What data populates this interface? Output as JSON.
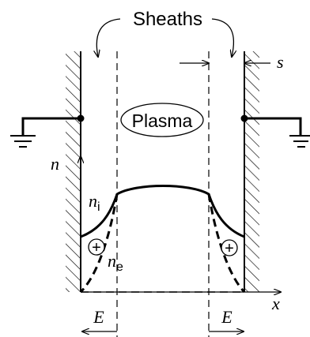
{
  "diagram": {
    "title_label": "Sheaths",
    "plasma_label": "Plasma",
    "sheath_width_label": "s",
    "density_axis_label": "n",
    "position_axis_label": "x",
    "ion_density_label": "n",
    "ion_density_subscript": "i",
    "electron_density_label": "n",
    "electron_density_subscript": "e",
    "field_label_left": "E",
    "field_label_right": "E",
    "ion_symbol_left": "+",
    "ion_symbol_right": "+"
  }
}
